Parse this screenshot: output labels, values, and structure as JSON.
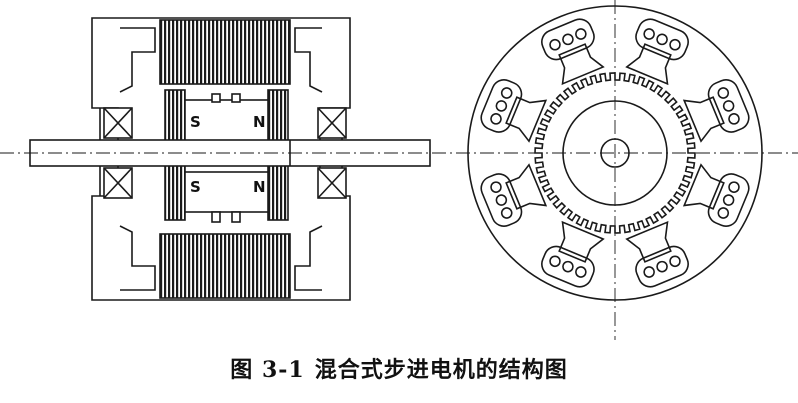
{
  "side_view": {
    "magnet_top": {
      "south_label": "S",
      "north_label": "N"
    },
    "magnet_bottom": {
      "south_label": "S",
      "north_label": "N"
    }
  },
  "caption": {
    "figure_number": "图 3-1",
    "title": "混合式步进电机的结构图"
  },
  "colors": {
    "line": "#1a1a1a",
    "background": "#ffffff"
  }
}
